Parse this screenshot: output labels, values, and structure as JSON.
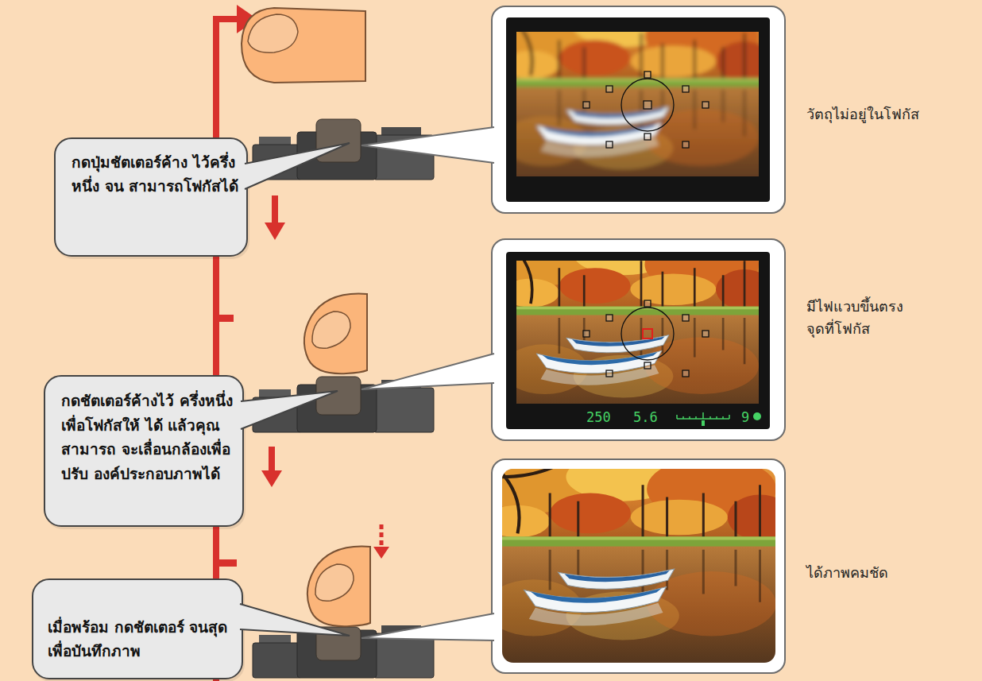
{
  "diagram": {
    "nodes": [
      {
        "text": [
          "กดปุ่มชัตเตอร์ค้าง ไว้ครึ่งหนึ่ง จน สามารถโฟกัสได้"
        ]
      },
      {
        "text": [
          "วัตถุไม่อยู่ในโฟกัส"
        ]
      },
      {
        "text": [
          "กดชัตเตอร์ค้างไว้ ครึ่งหนึ่งเพื่อโฟกัสให้ ได้ แล้วคุณสามารถ จะเลื่อนกล้องเพื่อปรับ องค์ประกอบภาพได้"
        ]
      },
      {
        "text": [
          "มีไฟแวบขึ้นตรง จุดที่โฟกัส",
          "250",
          "5.6",
          "9"
        ]
      },
      {
        "text": [
          "เมื่อพร้อม กดชัตเตอร์ จนสุดเพื่อบันทึกภาพ"
        ]
      },
      {
        "text": [
          "ได้ภาพคมชัด"
        ]
      }
    ]
  }
}
